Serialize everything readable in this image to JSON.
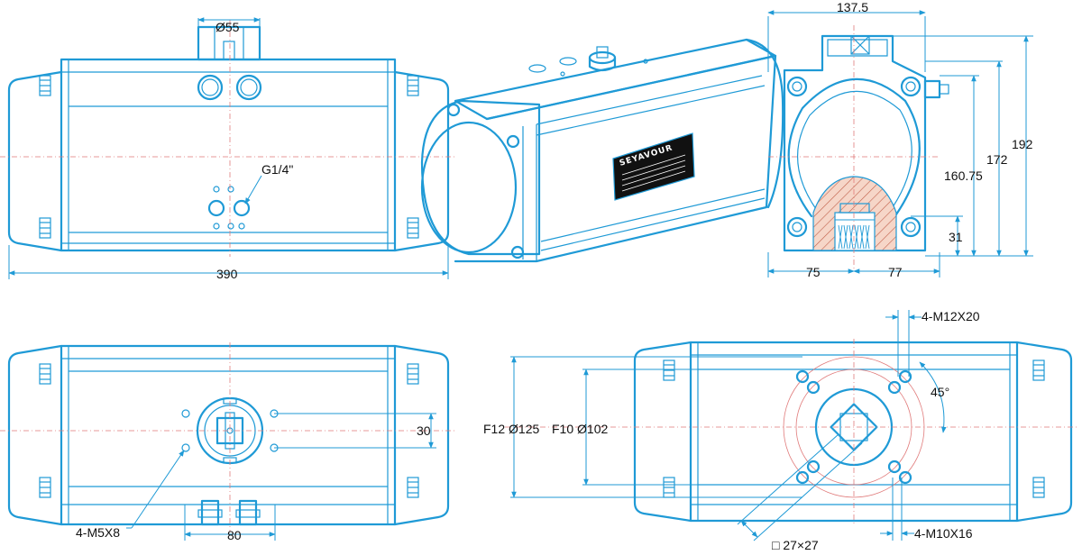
{
  "front_view": {
    "diameter_label": "Ø55",
    "port_label": "G1/4\"",
    "length_label": "390"
  },
  "iso_view": {
    "brand": "SEYAVOUR"
  },
  "side_view": {
    "width_label": "137.5",
    "height_outer_label": "192",
    "height_mid_label": "172",
    "height_inner_label": "160.75",
    "base_label": "31",
    "left_label": "75",
    "right_label": "77"
  },
  "top_view": {
    "spacing_label": "30",
    "port_spacing_label": "80",
    "thread_label": "4-M5X8"
  },
  "bottom_view": {
    "bolt_top_label": "4-M12X20",
    "angle_label": "45°",
    "flange_outer_label": "F12 Ø125",
    "flange_inner_label": "F10 Ø102",
    "bolt_bottom_label": "4-M10X16",
    "square_label": "□ 27×27"
  },
  "colors": {
    "line": "#1f9ad6",
    "centerline": "#e07a7a",
    "text": "#111111"
  }
}
